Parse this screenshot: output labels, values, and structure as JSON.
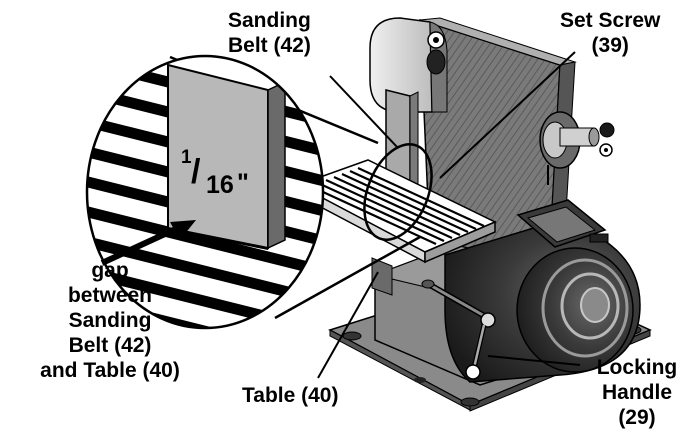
{
  "labels": {
    "sanding_belt": [
      "Sanding",
      "Belt (42)"
    ],
    "set_screw": [
      "Set Screw",
      "(39)"
    ],
    "gap": [
      "gap",
      "between",
      "Sanding",
      "Belt (42)",
      "and Table (40)"
    ],
    "table": "Table (40)",
    "locking_handle": [
      "Locking",
      "Handle (29)"
    ]
  },
  "inset": {
    "gap_value_numerator": "1",
    "gap_value_slash": "/",
    "gap_value_denominator": "16",
    "gap_value_unit": "\""
  },
  "colors": {
    "line": "#000000",
    "dark_gray": "#4a4a4a",
    "mid_gray": "#8c8c8c",
    "light_gray": "#c8c8c8",
    "white": "#ffffff"
  }
}
